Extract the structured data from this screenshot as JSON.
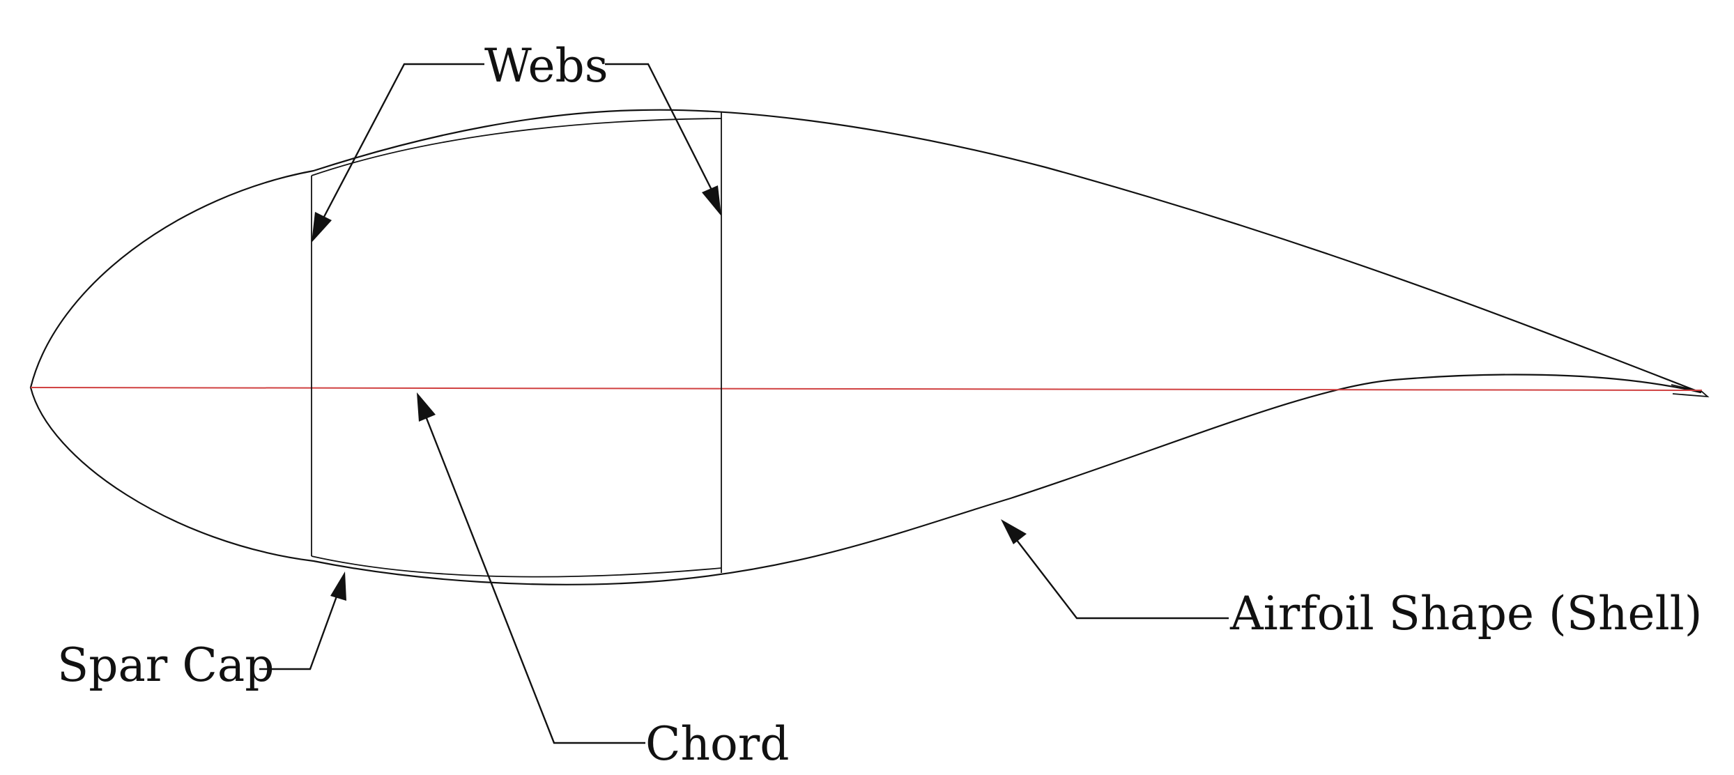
{
  "labels": {
    "webs": "Webs",
    "spar_cap": "Spar Cap",
    "chord": "Chord",
    "airfoil_shape": "Airfoil Shape (Shell)"
  },
  "colors": {
    "outline": "#111111",
    "chord_line": "#d04040",
    "background": "#ffffff"
  }
}
